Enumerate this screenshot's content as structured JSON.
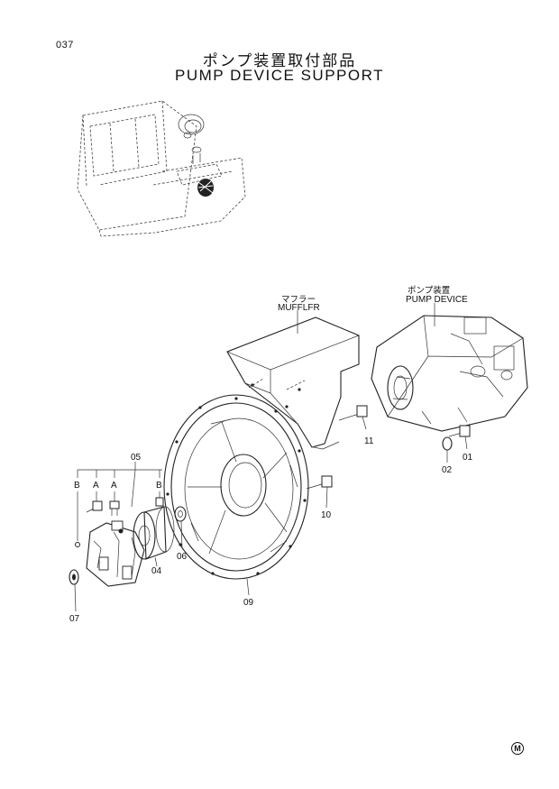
{
  "page_number": "037",
  "title_jp": "ポンプ装置取付部品",
  "title_en": "PUMP DEVICE SUPPORT",
  "callouts": {
    "muffler_jp": "マフラー",
    "muffler_en": "MUFFLFR",
    "pump_jp": "ポンプ装置",
    "pump_en": "PUMP DEVICE"
  },
  "part_labels": {
    "p01": "01",
    "p02": "02",
    "p04": "04",
    "p05": "05",
    "p06": "06",
    "p07": "07",
    "p09": "09",
    "p10": "10",
    "p11": "11"
  },
  "letter_labels": {
    "b_left": "B",
    "a_left": "A",
    "a_right": "A",
    "b_right": "B"
  },
  "corner_mark": "M"
}
